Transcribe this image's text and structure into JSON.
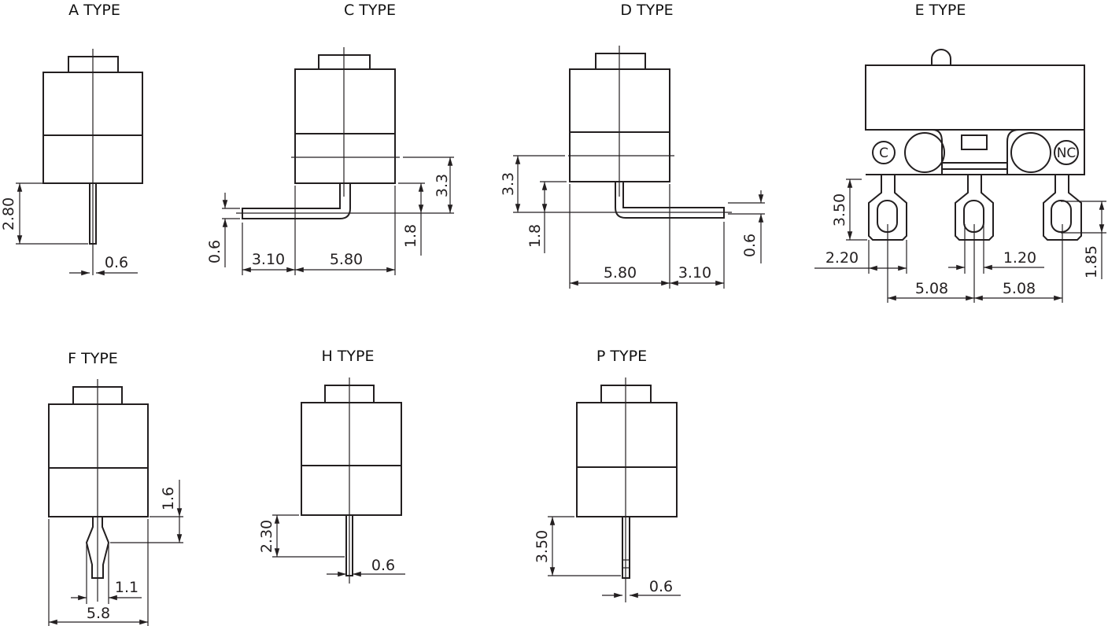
{
  "types": {
    "a": {
      "title": "A TYPE",
      "dims": {
        "pin_length": "2.80",
        "pin_width": "0.6"
      }
    },
    "c": {
      "title": "C TYPE",
      "dims": {
        "height": "3.3",
        "bend": "1.8",
        "thickness": "0.6",
        "lead": "3.10",
        "body": "5.80"
      }
    },
    "d": {
      "title": "D TYPE",
      "dims": {
        "height": "3.3",
        "bend": "1.8",
        "thickness": "0.6",
        "lead": "3.10",
        "body": "5.80"
      }
    },
    "e": {
      "title": "E TYPE",
      "labels": {
        "common": "C",
        "normally_closed": "NC"
      },
      "dims": {
        "height": "3.50",
        "tab_width": "2.20",
        "hole_width": "1.20",
        "pitch_left": "5.08",
        "pitch_right": "5.08",
        "hole_height": "1.85"
      }
    },
    "f": {
      "title": "F TYPE",
      "dims": {
        "offset": "1.6",
        "pin_width": "1.1",
        "body": "5.8"
      }
    },
    "h": {
      "title": "H TYPE",
      "dims": {
        "pin_length": "2.30",
        "pin_width": "0.6"
      }
    },
    "p": {
      "title": "P TYPE",
      "dims": {
        "pin_length": "3.50",
        "pin_width": "0.6"
      }
    }
  }
}
